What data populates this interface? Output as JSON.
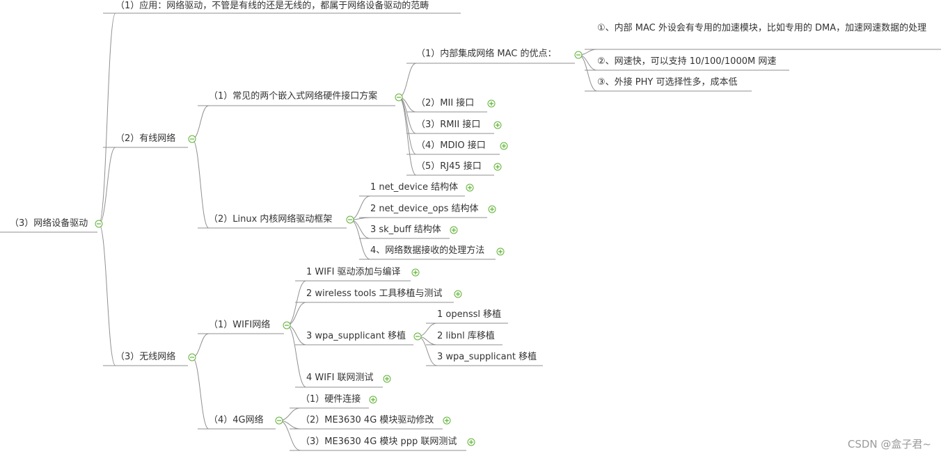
{
  "mindmap": {
    "root": "（3）网络设备驱动",
    "level1": {
      "app": "（1）应用：网络驱动，不管是有线的还是无线的，都属于网络设备驱动的范畴",
      "wired": "（2）有线网络",
      "wireless": "（3）无线网络"
    },
    "wired": {
      "hw": "（1）常见的两个嵌入式网络硬件接口方案",
      "linux": "（2）Linux 内核网络驱动框架"
    },
    "hw": {
      "mac": "（1）内部集成网络 MAC 的优点：",
      "mii": "（2）MII 接口",
      "rmii": "（3）RMII 接口",
      "mdio": "（4）MDIO 接口",
      "rj45": "（5）RJ45 接口"
    },
    "mac": {
      "adv1": "①、内部 MAC 外设会有专用的加速模块，比如专用的 DMA，加速网速数据的处理",
      "adv2": "②、网速快，可以支持 10/100/1000M 网速",
      "adv3": "③、外接 PHY 可选择性多，成本低"
    },
    "linux": {
      "l1": "1 net_device 结构体",
      "l2": "2 net_device_ops 结构体",
      "l3": "3 sk_buff 结构体",
      "l4": "4、网络数据接收的处理方法"
    },
    "wireless": {
      "wifi": "（1）WIFI网络",
      "g4": "（4）4G网络"
    },
    "wifi": {
      "w1": "1 WIFI 驱动添加与编译",
      "w2": "2 wireless tools 工具移植与测试",
      "w3": "3 wpa_supplicant 移植",
      "w4": "4 WIFI 联网测试"
    },
    "wpa": {
      "p1": "1 openssl 移植",
      "p2": "2 libnl 库移植",
      "p3": "3 wpa_supplicant 移植"
    },
    "g4": {
      "a": "（1）硬件连接",
      "b": "（2）ME3630 4G 模块驱动修改",
      "c": "（3）ME3630 4G 模块 ppp 联网测试"
    }
  },
  "watermark": "CSDN @盒子君~",
  "colors": {
    "line": "#8f8f8f",
    "toggle": "#5fb234",
    "text": "#333333"
  },
  "icons": {
    "collapse": "minus-circle-icon",
    "expand": "plus-circle-icon"
  }
}
